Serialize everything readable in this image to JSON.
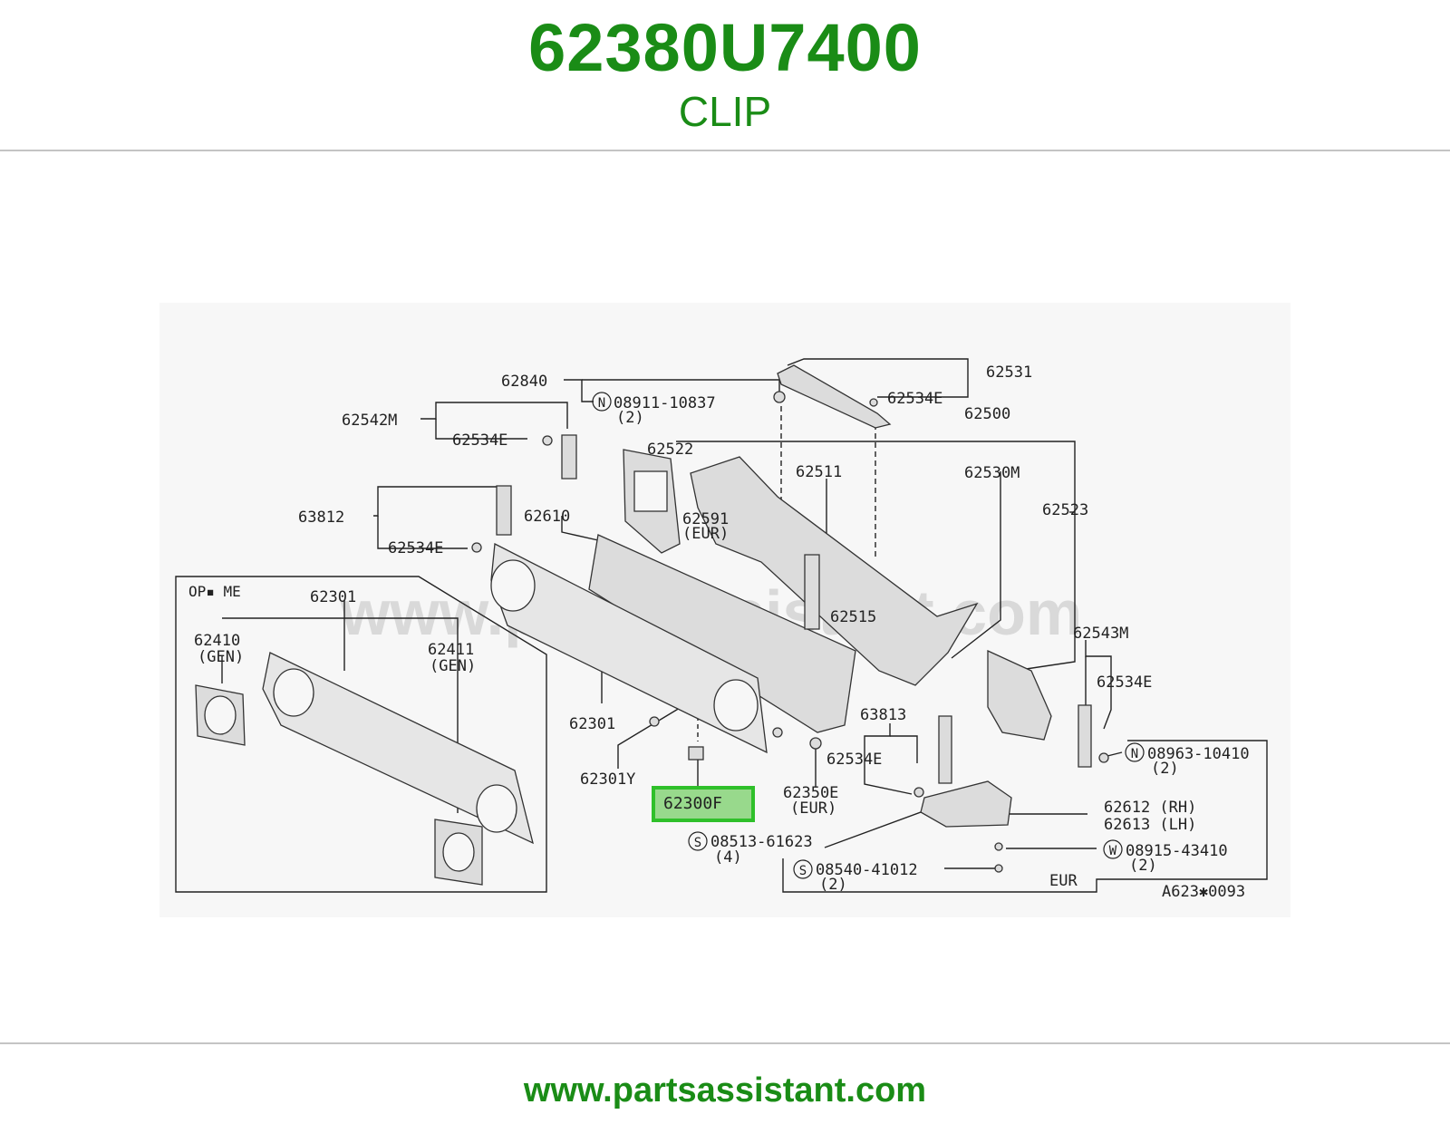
{
  "header": {
    "part_number": "62380U7400",
    "part_name": "CLIP"
  },
  "diagram": {
    "watermark": "www.partsassistant.com",
    "option_box_label": "OP▪ ME",
    "eur_box_label": "EUR",
    "figure_code": "A623✱0093",
    "highlighted_part": "62300F",
    "labels": {
      "l62840": "62840",
      "l08911": "08911-10837",
      "l08911q": "(2)",
      "l62531": "62531",
      "l62534e_a": "62534E",
      "l62542m": "62542M",
      "l62534e_b": "62534E",
      "l62500": "62500",
      "l62522": "62522",
      "l62511": "62511",
      "l62530m": "62530M",
      "l63812": "63812",
      "l62610": "62610",
      "l62591": "62591",
      "l62591eur": "(EUR)",
      "l62523": "62523",
      "l62534e_c": "62534E",
      "l62301_opt": "62301",
      "l62410": "62410",
      "l62410gen": "(GEN)",
      "l62411": "62411",
      "l62411gen": "(GEN)",
      "l62515": "62515",
      "l62543m": "62543M",
      "l62534e_d": "62534E",
      "l62301": "62301",
      "l63813": "63813",
      "l62534e_e": "62534E",
      "l62301y": "62301Y",
      "l08963": "08963-10410",
      "l08963q": "(2)",
      "l62350e": "62350E",
      "l62350eur": "(EUR)",
      "l62612": "62612 (RH)",
      "l62613": "62613 (LH)",
      "l08513": "08513-61623",
      "l08513q": "(4)",
      "l08915": "08915-43410",
      "l08915q": "(2)",
      "l08540": "08540-41012",
      "l08540q": "(2)"
    },
    "prefix_symbols": {
      "n": "N",
      "s": "S",
      "w": "W"
    }
  },
  "footer": {
    "url": "www.partsassistant.com"
  },
  "colors": {
    "brand_green": "#1a8c16",
    "highlight_fill": "#98d98c",
    "highlight_border": "#2fc02a"
  }
}
